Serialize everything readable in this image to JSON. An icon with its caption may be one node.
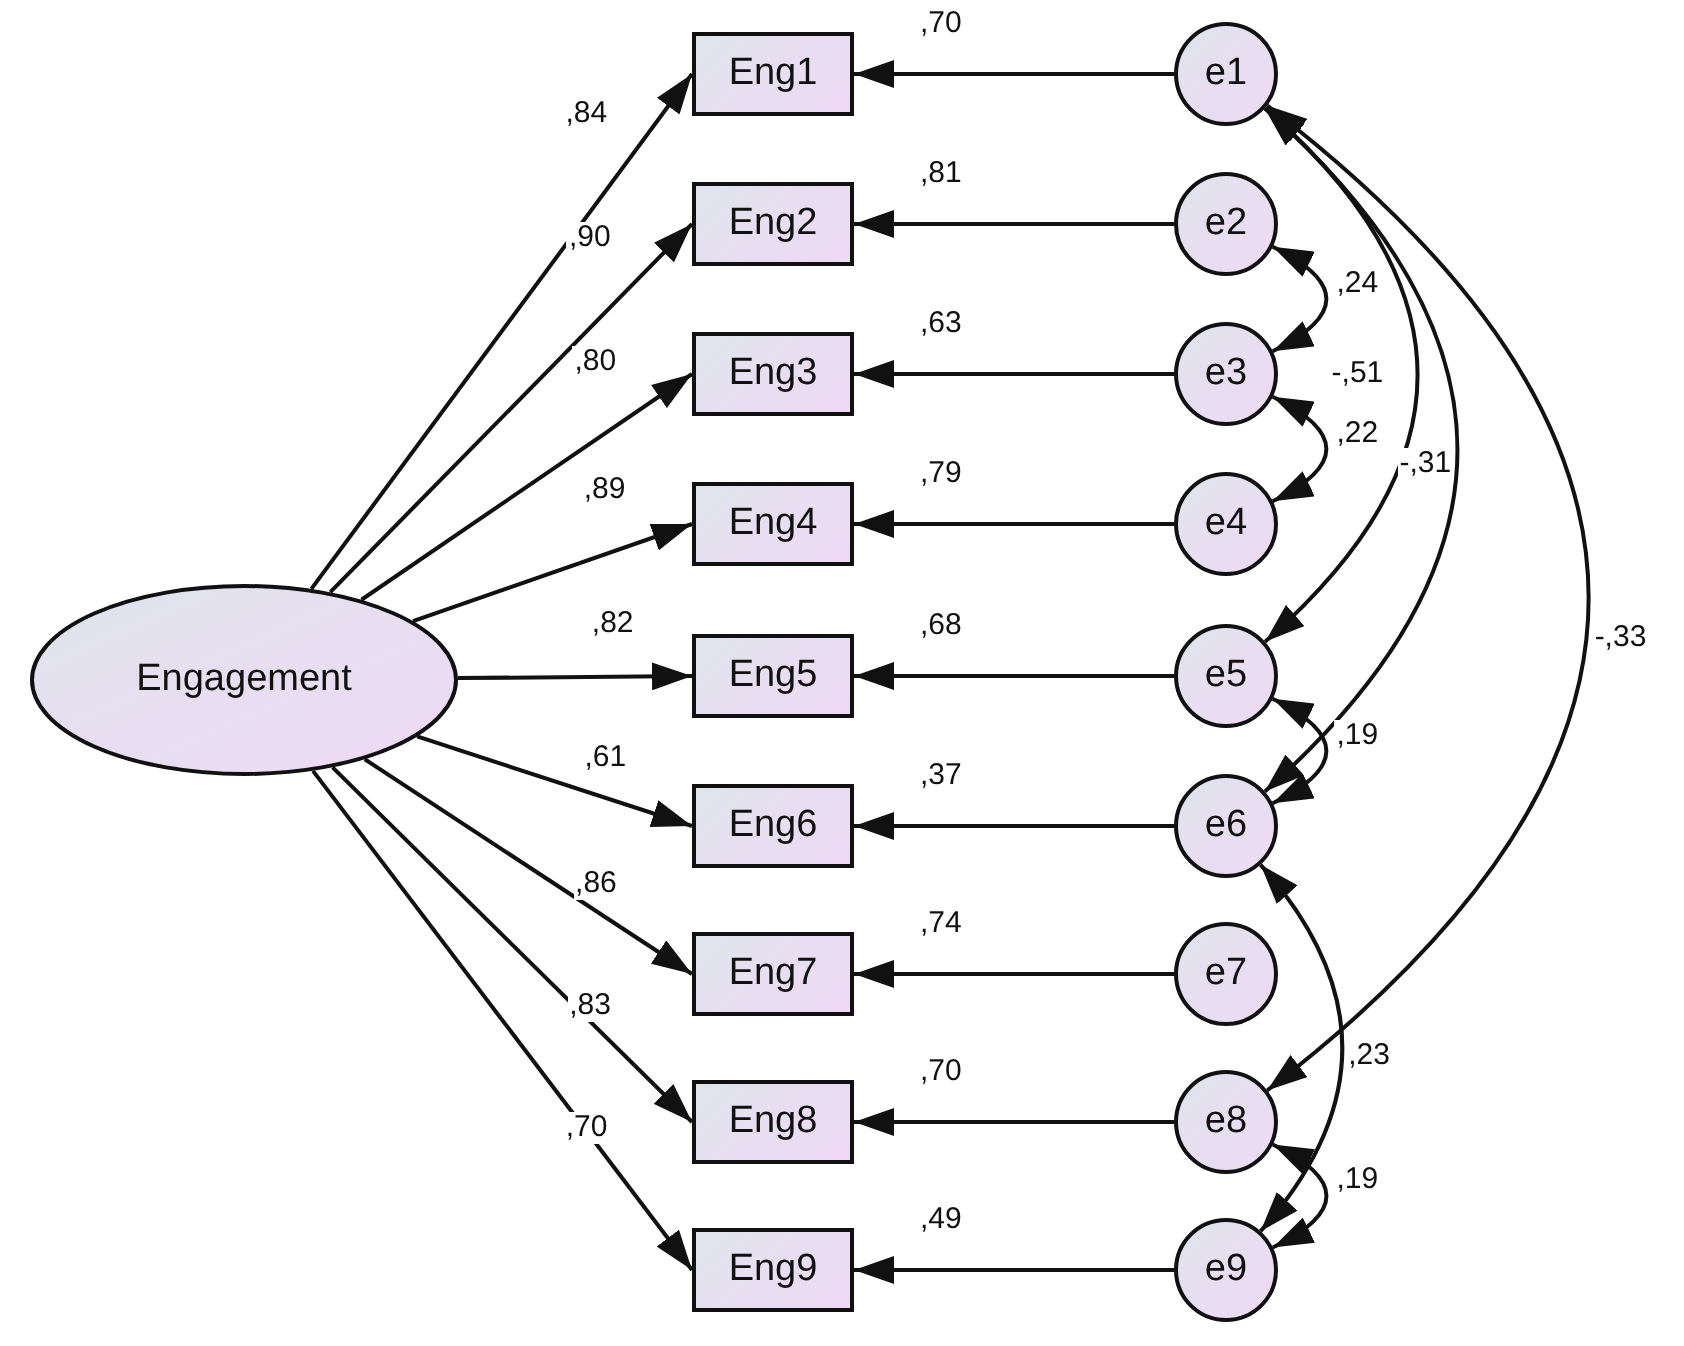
{
  "diagram": {
    "nodes": [
      {
        "text": [
          "Engagement"
        ]
      },
      {
        "text": [
          "Eng1"
        ],
        "beside": [
          ",70"
        ]
      },
      {
        "text": [
          "Eng2"
        ],
        "beside": [
          ",81"
        ]
      },
      {
        "text": [
          "Eng3"
        ],
        "beside": [
          ",63"
        ]
      },
      {
        "text": [
          "Eng4"
        ],
        "beside": [
          ",79"
        ]
      },
      {
        "text": [
          "Eng5"
        ],
        "beside": [
          ",68"
        ]
      },
      {
        "text": [
          "Eng6"
        ],
        "beside": [
          ",37"
        ]
      },
      {
        "text": [
          "Eng7"
        ],
        "beside": [
          ",74"
        ]
      },
      {
        "text": [
          "Eng8"
        ],
        "beside": [
          ",70"
        ]
      },
      {
        "text": [
          "Eng9"
        ],
        "beside": [
          ",49"
        ]
      },
      {
        "text": [
          "e1"
        ]
      },
      {
        "text": [
          "e2"
        ]
      },
      {
        "text": [
          "e3"
        ]
      },
      {
        "text": [
          "e4"
        ]
      },
      {
        "text": [
          "e5"
        ]
      },
      {
        "text": [
          "e6"
        ]
      },
      {
        "text": [
          "e7"
        ]
      },
      {
        "text": [
          "e8"
        ]
      },
      {
        "text": [
          "e9"
        ]
      }
    ],
    "edges": [
      {
        "from": 0,
        "to": 1,
        "arrow": "to",
        "label": ",84"
      },
      {
        "from": 0,
        "to": 2,
        "arrow": "to",
        "label": ",90"
      },
      {
        "from": 0,
        "to": 3,
        "arrow": "to",
        "label": ",80"
      },
      {
        "from": 0,
        "to": 4,
        "arrow": "to",
        "label": ",89"
      },
      {
        "from": 0,
        "to": 5,
        "arrow": "to",
        "label": ",82"
      },
      {
        "from": 0,
        "to": 6,
        "arrow": "to",
        "label": ",61"
      },
      {
        "from": 0,
        "to": 7,
        "arrow": "to",
        "label": ",86"
      },
      {
        "from": 0,
        "to": 8,
        "arrow": "to",
        "label": ",83"
      },
      {
        "from": 0,
        "to": 9,
        "arrow": "to",
        "label": ",70"
      },
      {
        "from": 10,
        "to": 1,
        "arrow": "to"
      },
      {
        "from": 11,
        "to": 2,
        "arrow": "to"
      },
      {
        "from": 12,
        "to": 3,
        "arrow": "to"
      },
      {
        "from": 13,
        "to": 4,
        "arrow": "to"
      },
      {
        "from": 14,
        "to": 5,
        "arrow": "to"
      },
      {
        "from": 15,
        "to": 6,
        "arrow": "to"
      },
      {
        "from": 16,
        "to": 7,
        "arrow": "to"
      },
      {
        "from": 17,
        "to": 8,
        "arrow": "to"
      },
      {
        "from": 18,
        "to": 9,
        "arrow": "to"
      },
      {
        "from": 11,
        "to": 12,
        "arrow": "both",
        "label": ",24"
      },
      {
        "from": 12,
        "to": 13,
        "arrow": "both",
        "label": ",22"
      },
      {
        "from": 10,
        "to": 14,
        "arrow": "both",
        "label": "-,51"
      },
      {
        "from": 10,
        "to": 15,
        "arrow": "both",
        "label": "-,31"
      },
      {
        "from": 10,
        "to": 17,
        "arrow": "both",
        "label": "-,33"
      },
      {
        "from": 14,
        "to": 15,
        "arrow": "both",
        "label": ",19"
      },
      {
        "from": 15,
        "to": 18,
        "arrow": "both",
        "label": ",23"
      },
      {
        "from": 17,
        "to": 18,
        "arrow": "both",
        "label": ",19"
      }
    ]
  }
}
